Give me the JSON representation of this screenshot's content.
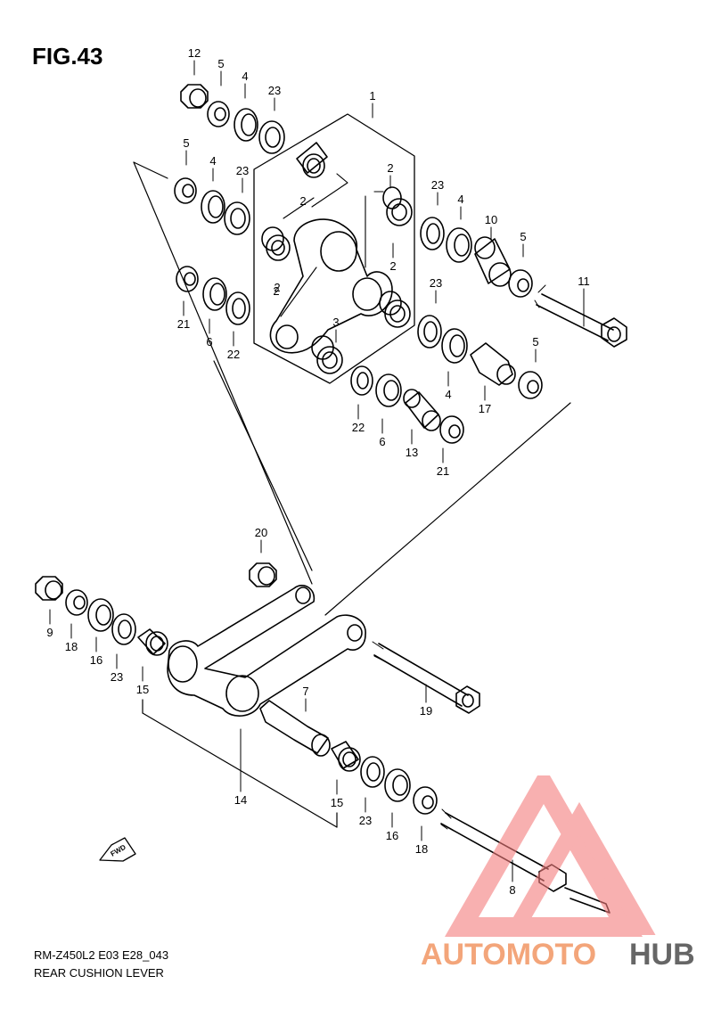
{
  "title": "FIG.43",
  "footer": {
    "code": "RM-Z450L2 E03 E28_043",
    "name": "REAR CUSHION LEVER"
  },
  "fwd_label": "FWD",
  "watermark": {
    "brand_a": "AUTOMOTO",
    "brand_b": "HUB",
    "color_a": "#f3a57a",
    "color_b": "#666666",
    "triangle_color": "#f47c7c"
  },
  "labels": [
    "12",
    "5",
    "4",
    "23",
    "1",
    "5",
    "4",
    "23",
    "2",
    "2",
    "2",
    "2",
    "23",
    "4",
    "10",
    "5",
    "11",
    "21",
    "6",
    "22",
    "23",
    "3",
    "2",
    "4",
    "5",
    "17",
    "22",
    "6",
    "13",
    "21",
    "20",
    "9",
    "18",
    "16",
    "23",
    "15",
    "7",
    "19",
    "14",
    "15",
    "23",
    "16",
    "18",
    "8"
  ]
}
